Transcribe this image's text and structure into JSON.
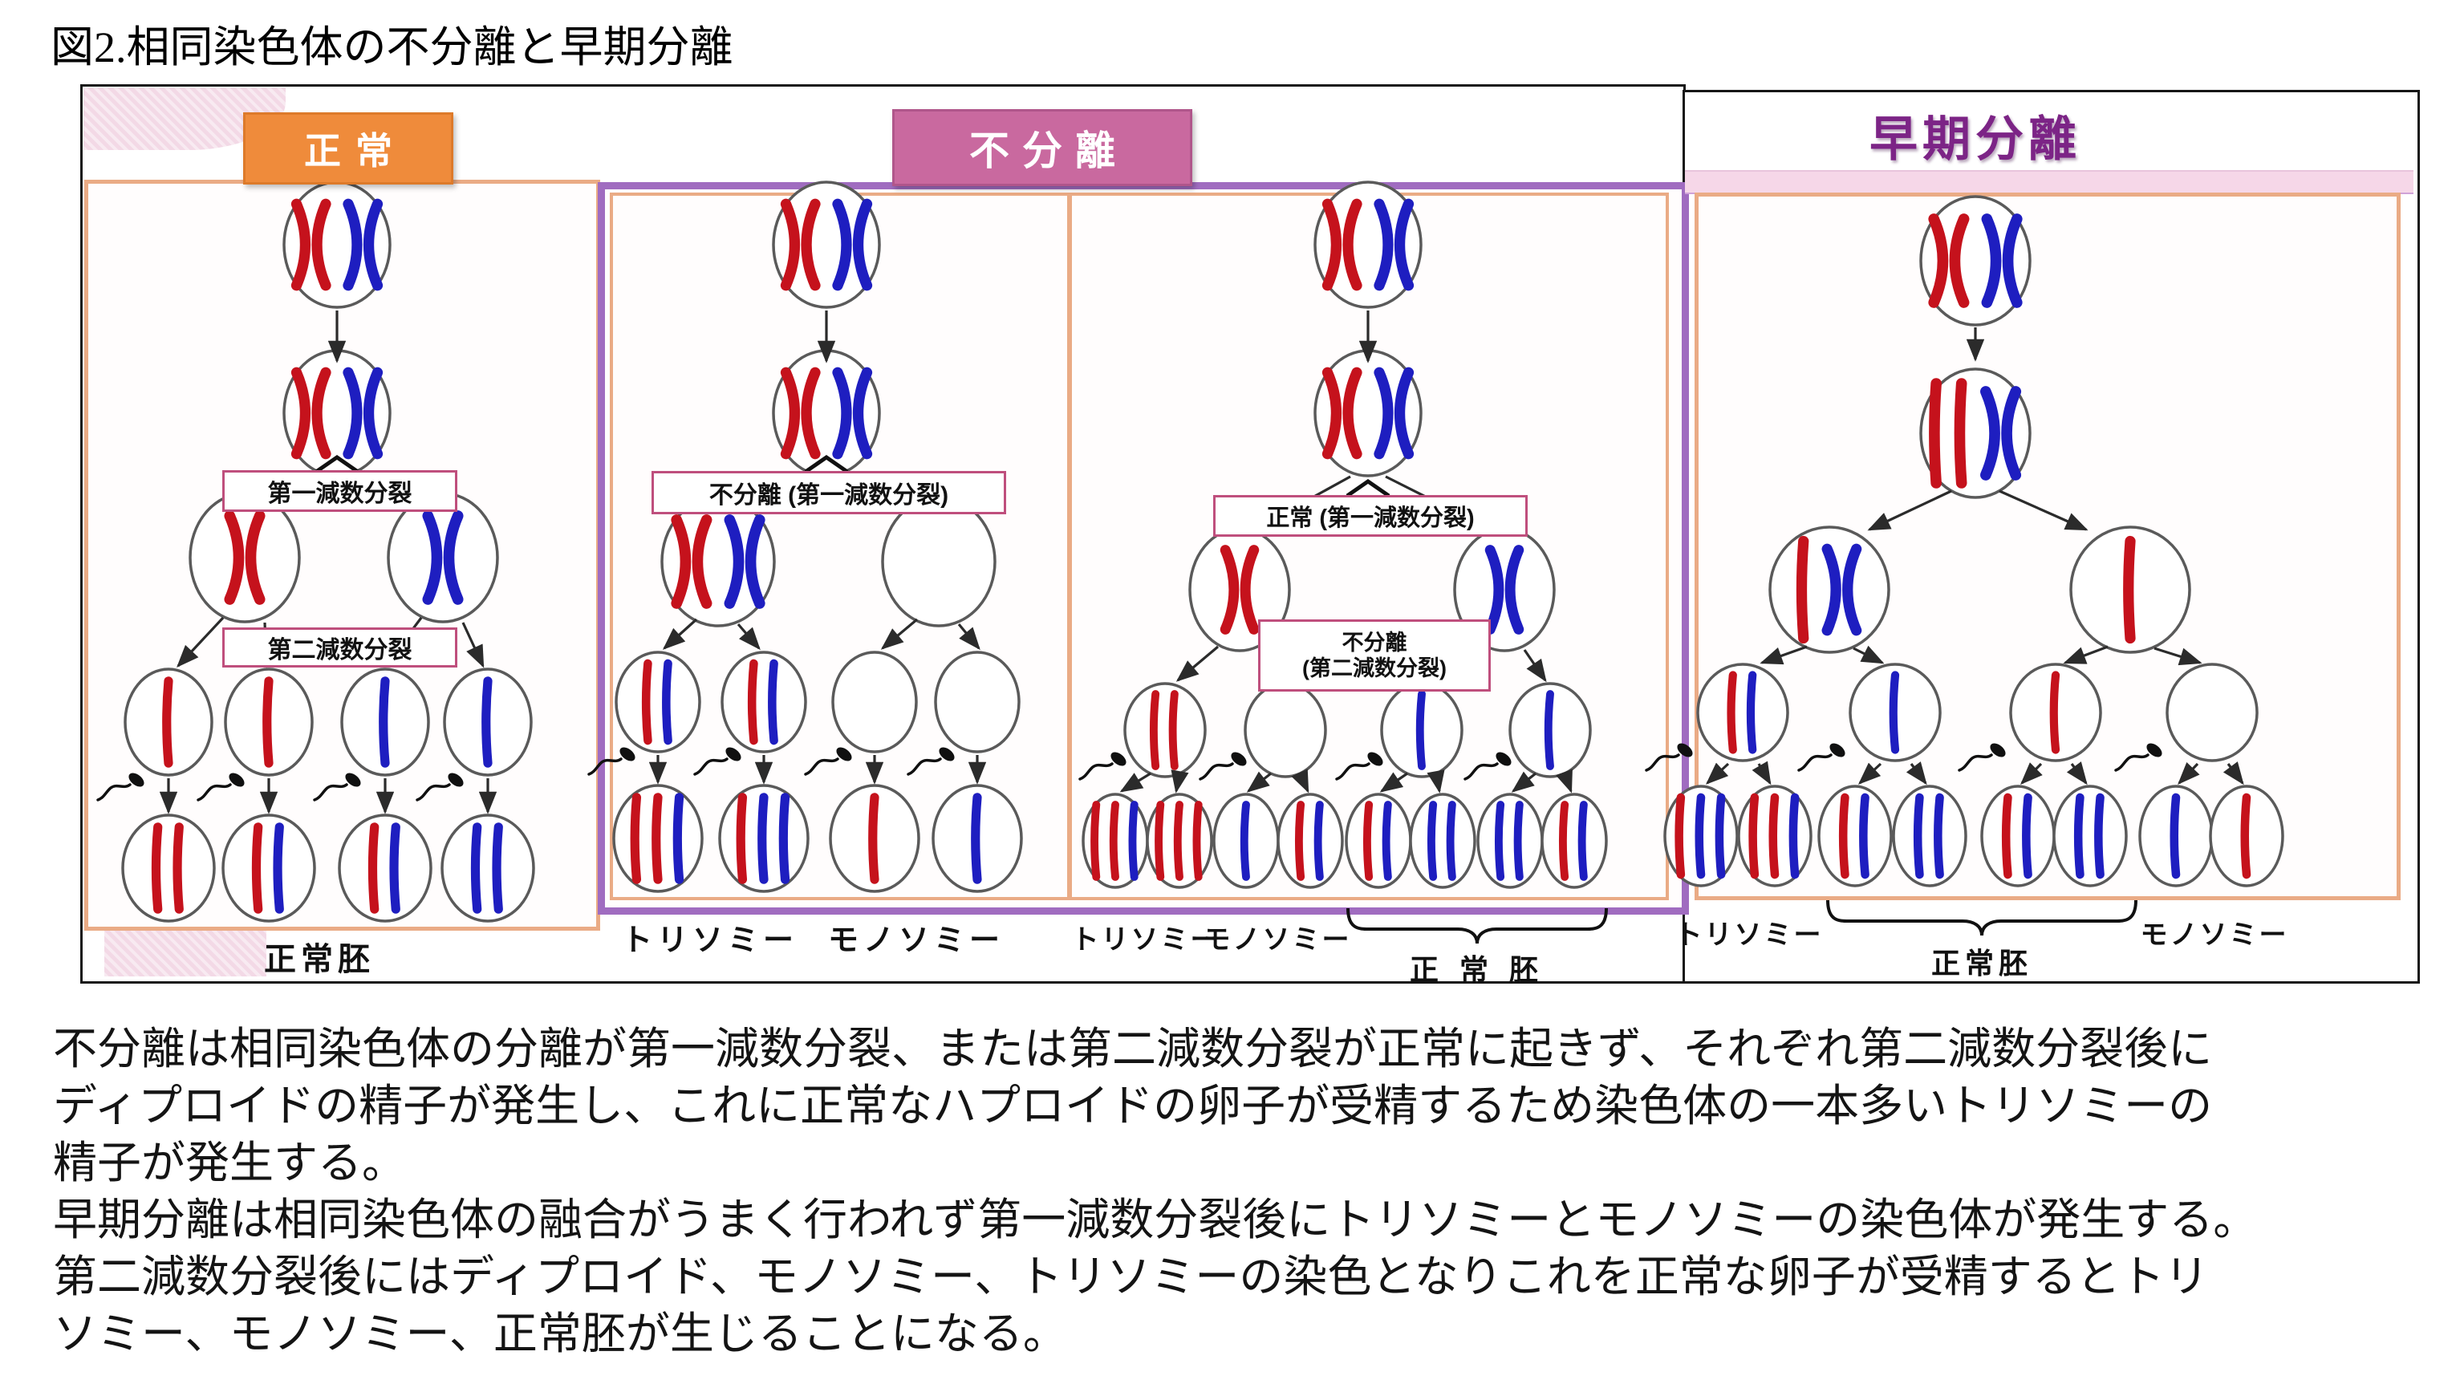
{
  "page_title": "図2.相同染色体の不分離と早期分離",
  "colors": {
    "red_chromosome": "#c5121c",
    "blue_chromosome": "#1e1ec0",
    "normal_header_bg": "#ef8b3b",
    "nondisjunction_header_bg": "#c9699f",
    "premature_title_color": "#7c2486",
    "panel_purple_border": "#a06cc0",
    "panel_tan_border": "#eaab85",
    "division_box_border": "#bf4f7d",
    "pink_decoration": "#f3d9e6",
    "pink_band": "#f6d7e8"
  },
  "panels": {
    "normal": {
      "header": "正常",
      "division_label_1": "第一減数分裂",
      "division_label_2": "第二減数分裂",
      "outcome_label": "正常胚"
    },
    "nondisjunction": {
      "header": "不分離",
      "meiosis1": {
        "division_label": "不分離 (第一減数分裂)",
        "outcome_trisomy": "トリソミー",
        "outcome_monosomy": "モノソミー"
      },
      "meiosis2": {
        "division_label_1": "正常 (第一減数分裂)",
        "division_label_2_line1": "不分離",
        "division_label_2_line2": "(第二減数分裂)",
        "outcome_trisomy": "トリソミー",
        "outcome_monosomy": "モノソミー",
        "outcome_normal": "正 常 胚"
      }
    },
    "premature": {
      "header": "早期分離",
      "outcome_trisomy": "トリソミー",
      "outcome_normal": "正常胚",
      "outcome_monosomy": "モノソミー"
    }
  },
  "description_lines": [
    "不分離は相同染色体の分離が第一減数分裂、または第二減数分裂が正常に起きず、それぞれ第二減数分裂後に",
    "ディプロイドの精子が発生し、これに正常なハプロイドの卵子が受精するため染色体の一本多いトリソミーの",
    "精子が発生する。",
    "早期分離は相同染色体の融合がうまく行われず第一減数分裂後にトリソミーとモノソミーの染色体が発生する。",
    "第二減数分裂後にはディプロイド、モノソミー、トリソミーの染色となりこれを正常な卵子が受精するとトリ",
    "ソミー、モノソミー、正常胚が生じることになる。"
  ],
  "diagram": {
    "legend": {
      "r": "red single chromatid",
      "b": "blue single chromatid",
      "rX": "red duplicated chromosome (X shape)",
      "bX": "blue duplicated chromosome (X shape)"
    },
    "normal": {
      "row1": [
        "rX bX"
      ],
      "row2": [
        "rX bX"
      ],
      "row3": [
        "rX",
        "bX"
      ],
      "row4": [
        "r",
        "r",
        "b",
        "b"
      ],
      "row5": [
        "r r",
        "r b",
        "r b",
        "b b"
      ]
    },
    "nondisjunction_meiosis1": {
      "row1": [
        "rX bX"
      ],
      "row2": [
        "rX bX"
      ],
      "row3": [
        "rX bX",
        ""
      ],
      "row4": [
        "r b",
        "r b",
        "",
        ""
      ],
      "row5": [
        "r r b",
        "r b b",
        "r",
        "b"
      ]
    },
    "nondisjunction_meiosis2": {
      "row1": [
        "rX bX"
      ],
      "row2": [
        "rX bX"
      ],
      "row3": [
        "rX",
        "bX"
      ],
      "row4": [
        "r r",
        "",
        "b",
        "b"
      ],
      "row5": [
        "r r b",
        "r r r",
        "b",
        "r b",
        "r b",
        "b b",
        "b b",
        "r b"
      ]
    },
    "premature": {
      "row1": [
        "rX bX"
      ],
      "row2": [
        "r r bX"
      ],
      "row3": [
        "r bX",
        "r"
      ],
      "row4": [
        "r b",
        "b",
        "r",
        ""
      ],
      "row5": [
        "r b b",
        "r r b",
        "r b",
        "b b",
        "r b",
        "b b",
        "b",
        "r"
      ]
    }
  }
}
